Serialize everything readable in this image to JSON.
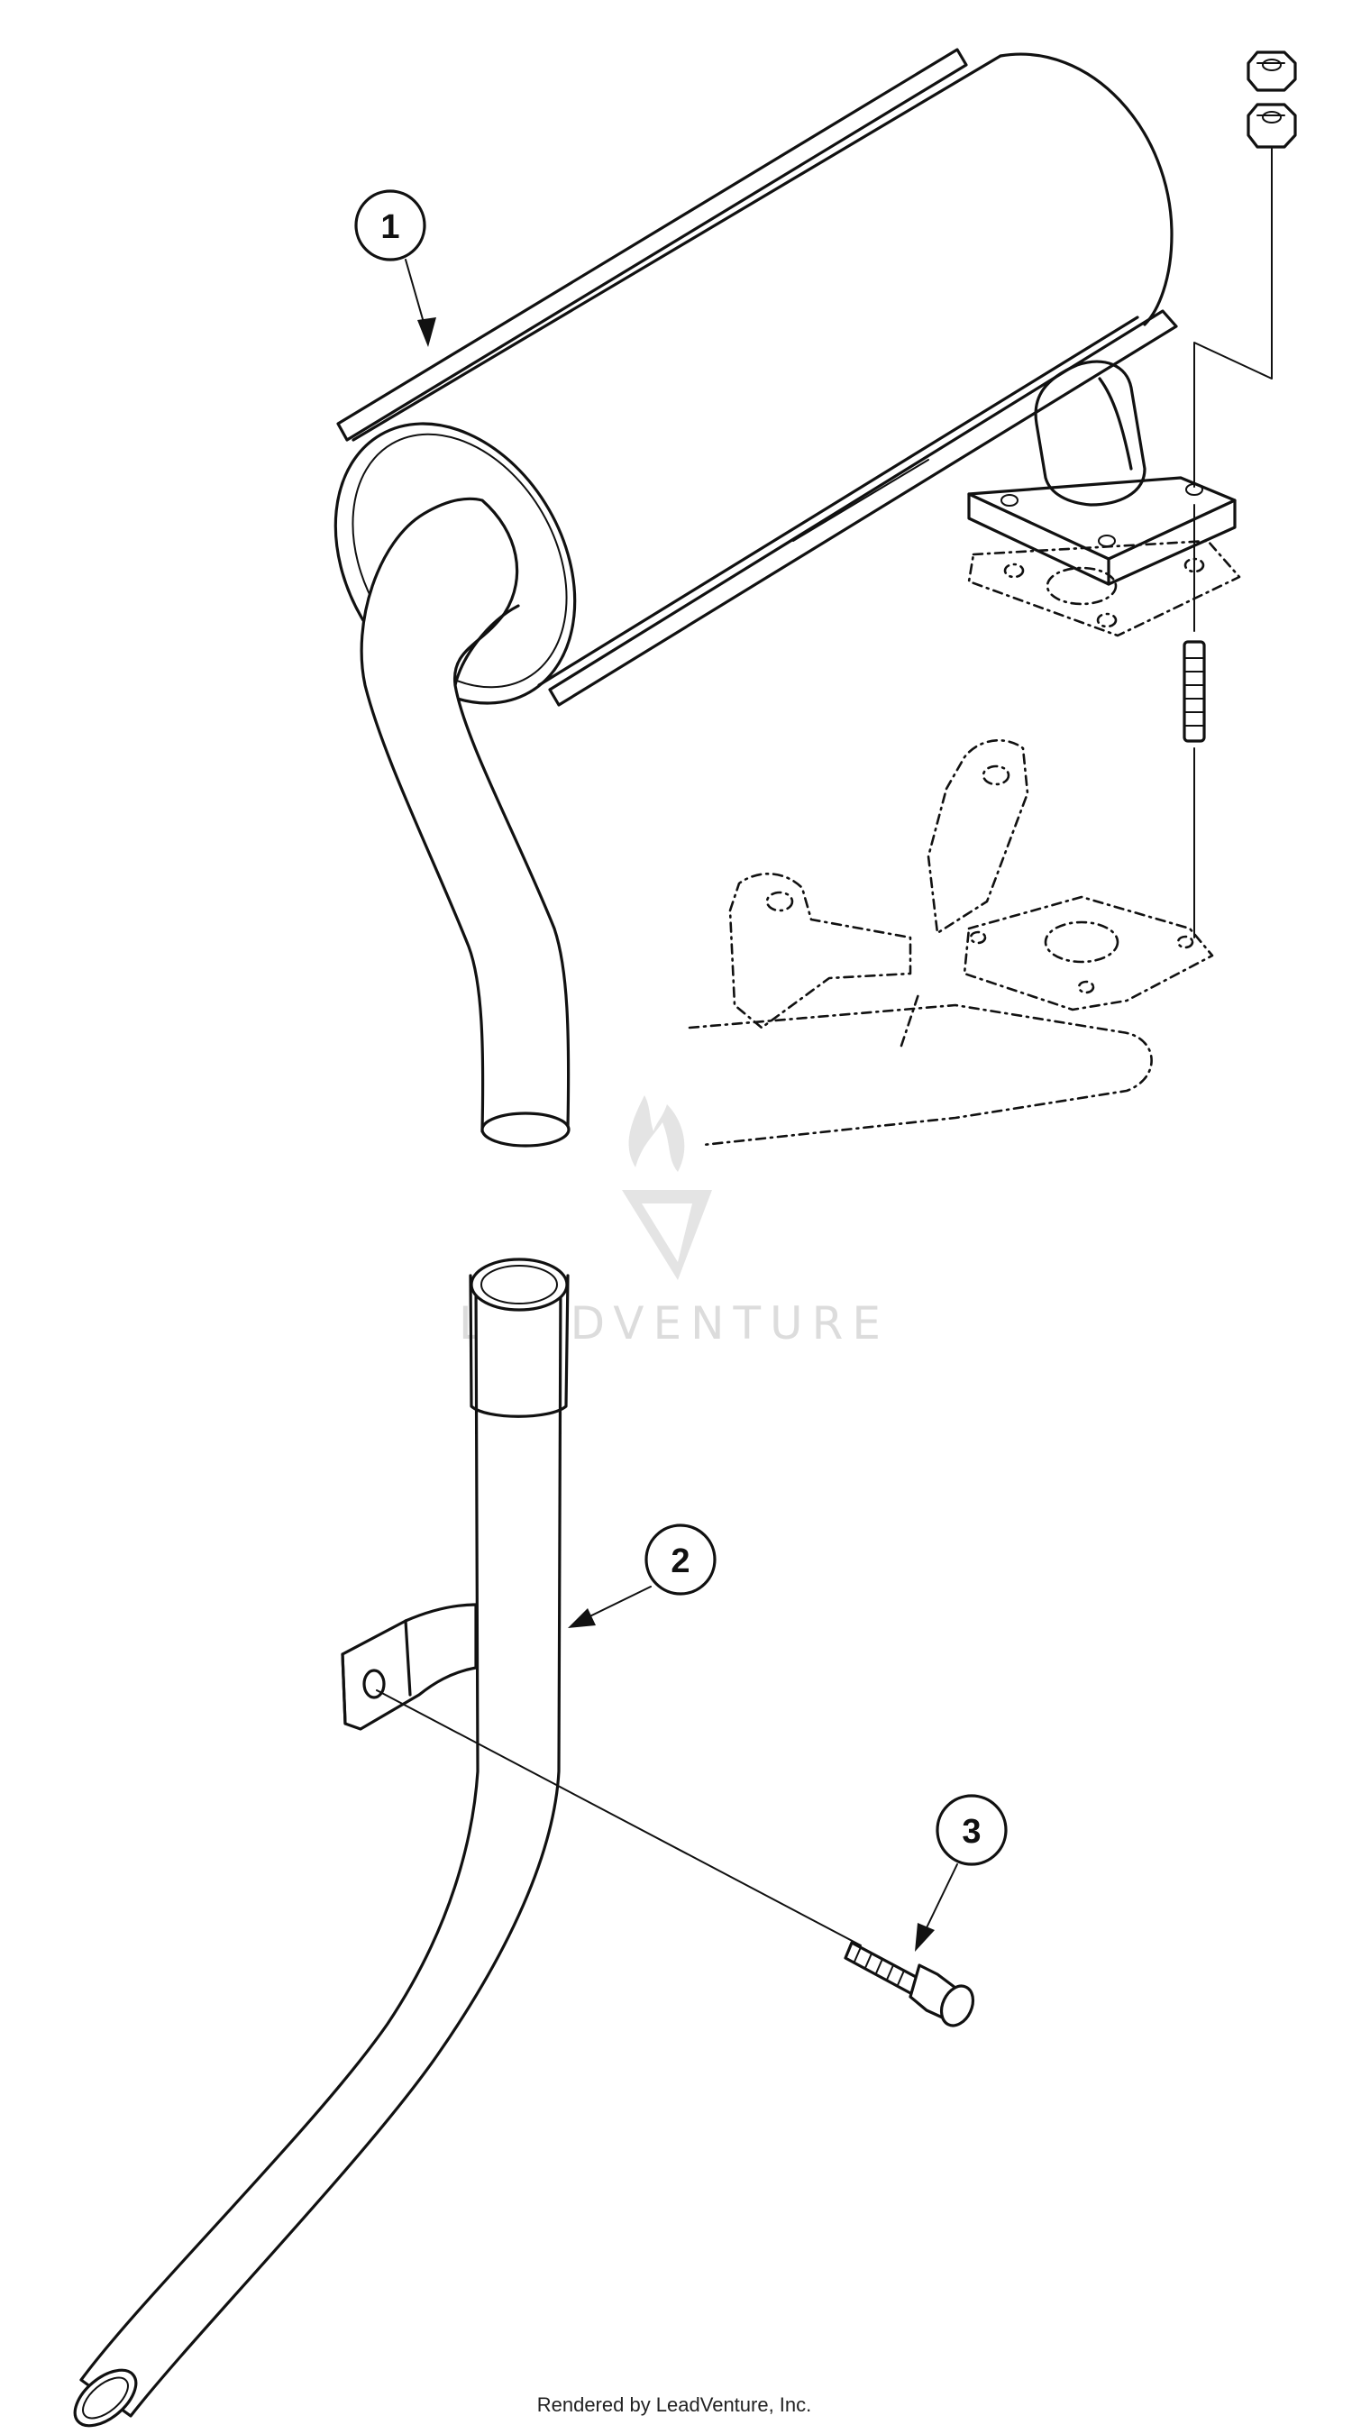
{
  "callouts": [
    {
      "number": "1"
    },
    {
      "number": "2"
    },
    {
      "number": "3"
    }
  ],
  "watermark": {
    "text": "LEADVENTURE"
  },
  "footer": {
    "text": "Rendered by LeadVenture, Inc."
  },
  "icons": [
    "leadventure-logo-icon"
  ],
  "colors": {
    "line": "#111111",
    "background": "#ffffff",
    "watermark": "#dcdcdc"
  }
}
